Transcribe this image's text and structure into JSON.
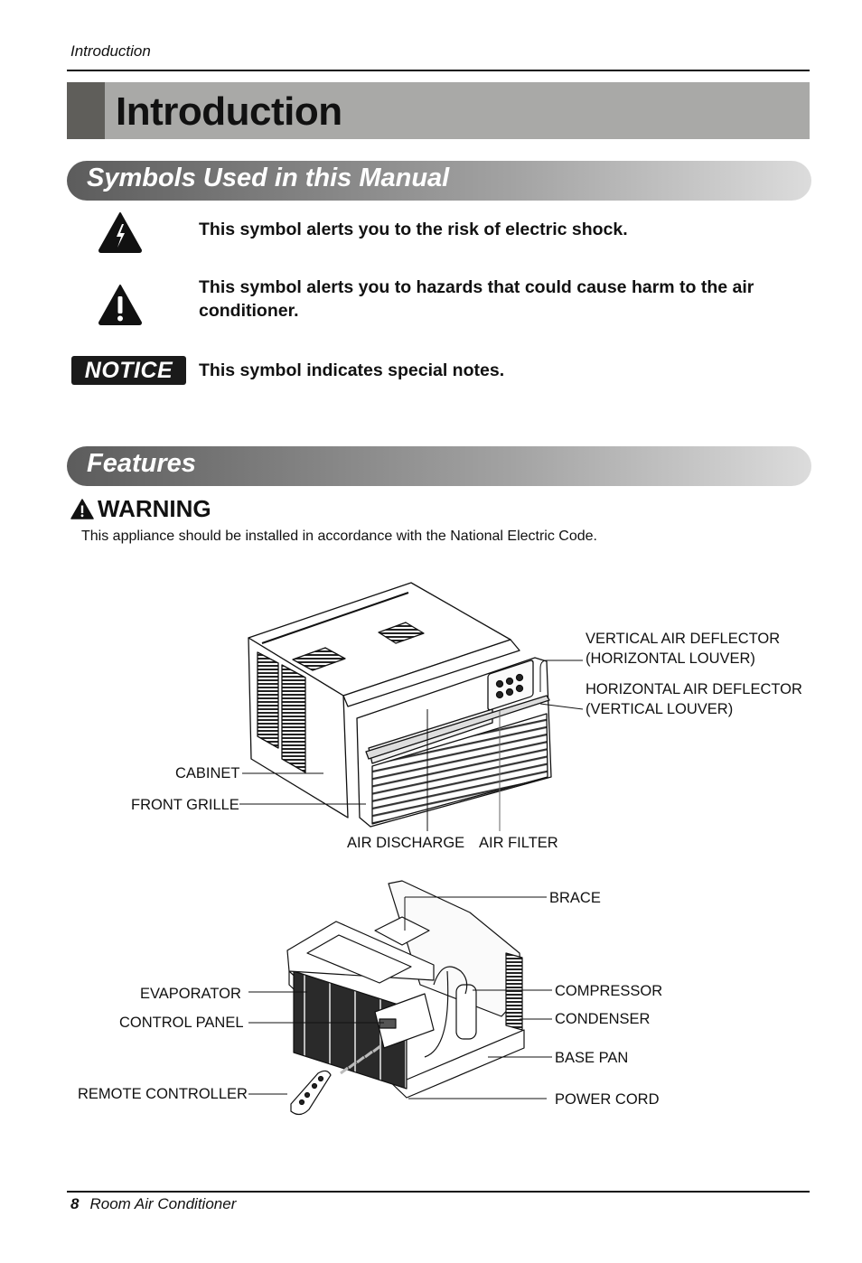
{
  "header": {
    "running_head": "Introduction",
    "title": "Introduction"
  },
  "sections": {
    "symbols": {
      "heading": "Symbols Used in this Manual",
      "items": [
        {
          "icon": "electric-shock-warning-icon",
          "text": "This symbol alerts you to the risk of electric shock."
        },
        {
          "icon": "hazard-warning-icon",
          "text": "This symbol alerts you to hazards that could cause harm to the air conditioner."
        },
        {
          "icon": "notice-badge",
          "badge_label": "NOTICE",
          "text": "This symbol indicates special notes."
        }
      ]
    },
    "features": {
      "heading": "Features",
      "warning_label": "WARNING",
      "warning_text": "This appliance should be installed in accordance with the National Electric Code.",
      "diagram_exterior": {
        "labels": {
          "vertical_deflector_1": "VERTICAL AIR DEFLECTOR",
          "vertical_deflector_2": "(HORIZONTAL LOUVER)",
          "horizontal_deflector_1": "HORIZONTAL AIR DEFLECTOR",
          "horizontal_deflector_2": "(VERTICAL LOUVER)",
          "cabinet": "CABINET",
          "front_grille": "FRONT GRILLE",
          "air_discharge": "AIR DISCHARGE",
          "air_filter": "AIR FILTER"
        }
      },
      "diagram_interior": {
        "labels": {
          "brace": "BRACE",
          "evaporator": "EVAPORATOR",
          "control_panel": "CONTROL PANEL",
          "remote_controller": "REMOTE CONTROLLER",
          "compressor": "COMPRESSOR",
          "condenser": "CONDENSER",
          "base_pan": "BASE PAN",
          "power_cord": "POWER CORD"
        }
      }
    }
  },
  "footer": {
    "page_number": "8",
    "product": "Room Air Conditioner"
  }
}
